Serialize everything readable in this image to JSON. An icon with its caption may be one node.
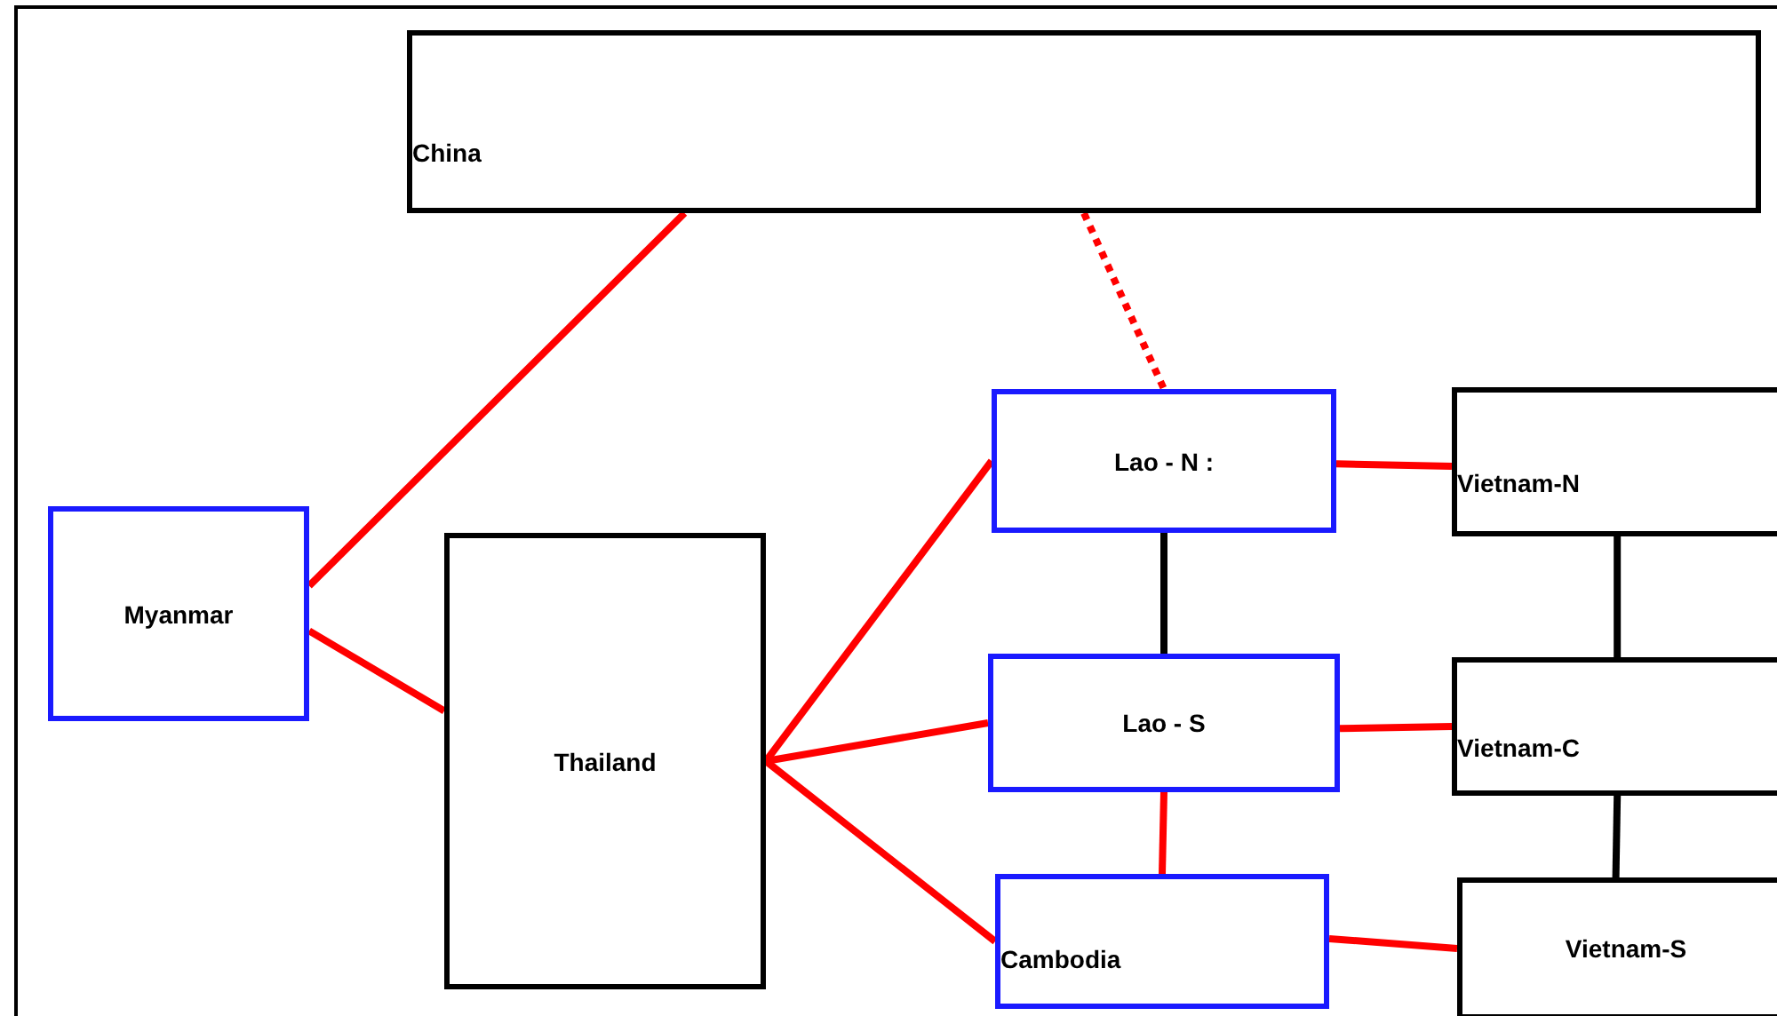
{
  "diagram": {
    "nodes": [
      {
        "text": [
          "China"
        ]
      },
      {
        "text": [
          "Myanmar"
        ]
      },
      {
        "text": [
          "Thailand"
        ]
      },
      {
        "text": [
          "Lao - N :"
        ]
      },
      {
        "text": [
          "Vietnam-N"
        ]
      },
      {
        "text": [
          "Lao - S"
        ]
      },
      {
        "text": [
          "Vietnam-C"
        ]
      },
      {
        "text": [
          "Cambodia"
        ]
      },
      {
        "text": [
          "Vietnam-S"
        ]
      }
    ],
    "edges": [
      {
        "from": 0,
        "to": 1,
        "arrow": "none"
      },
      {
        "from": 0,
        "to": 3,
        "arrow": "none",
        "style": "dashed"
      },
      {
        "from": 1,
        "to": 2,
        "arrow": "none"
      },
      {
        "from": 2,
        "to": 3,
        "arrow": "none"
      },
      {
        "from": 2,
        "to": 5,
        "arrow": "none"
      },
      {
        "from": 2,
        "to": 7,
        "arrow": "none"
      },
      {
        "from": 3,
        "to": 4,
        "arrow": "none"
      },
      {
        "from": 3,
        "to": 5,
        "arrow": "none",
        "color": "#000000"
      },
      {
        "from": 4,
        "to": 6,
        "arrow": "none",
        "color": "#000000"
      },
      {
        "from": 5,
        "to": 6,
        "arrow": "none"
      },
      {
        "from": 5,
        "to": 7,
        "arrow": "none"
      },
      {
        "from": 6,
        "to": 8,
        "arrow": "none",
        "color": "#000000"
      },
      {
        "from": 7,
        "to": 8,
        "arrow": "none"
      }
    ]
  }
}
